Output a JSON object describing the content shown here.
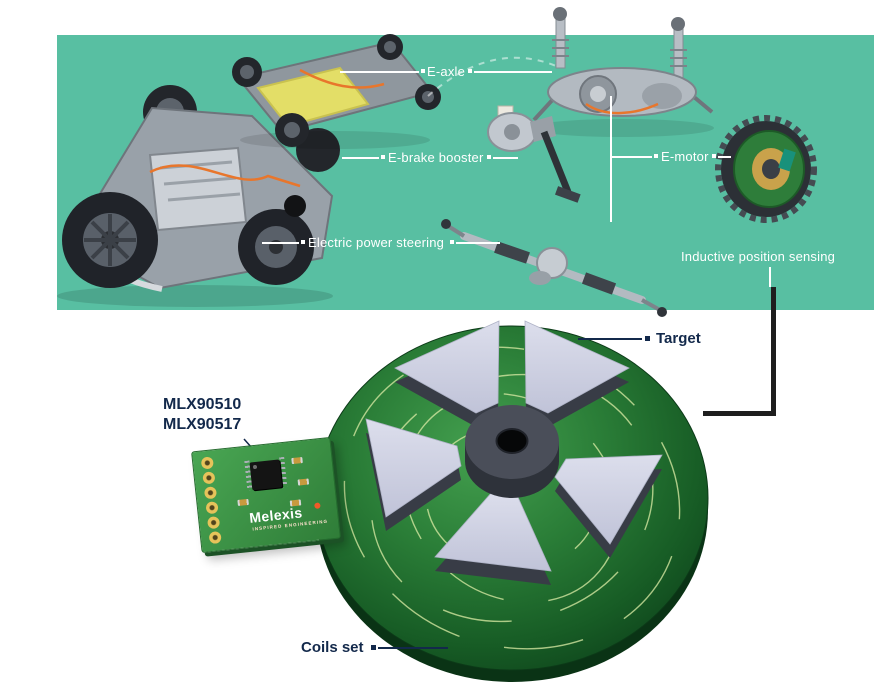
{
  "banner": {
    "labels": {
      "e_axle": "E-axle",
      "e_brake_booster": "E-brake booster",
      "electric_power_steering": "Electric power steering",
      "e_motor": "E-motor",
      "inductive_position_sensing": "Inductive position sensing"
    }
  },
  "sensor_diagram": {
    "chip_label_line1": "MLX90510",
    "chip_label_line2": "MLX90517",
    "target_label": "Target",
    "coils_set_label": "Coils set",
    "pcb": {
      "brand": "Melexis",
      "tagline": "INSPIRED ENGINEERING"
    }
  },
  "colors": {
    "banner_teal": "#58bfa2",
    "label_navy": "#13294b",
    "disc_pcb_green": "#2a7d37",
    "board_green": "#3f9c49",
    "coil_trace": "#d6e8a2",
    "target_blade_gray": "#d2d4e3",
    "cable_orange": "#e8762c",
    "connector_dark": "#1e1e1e"
  }
}
